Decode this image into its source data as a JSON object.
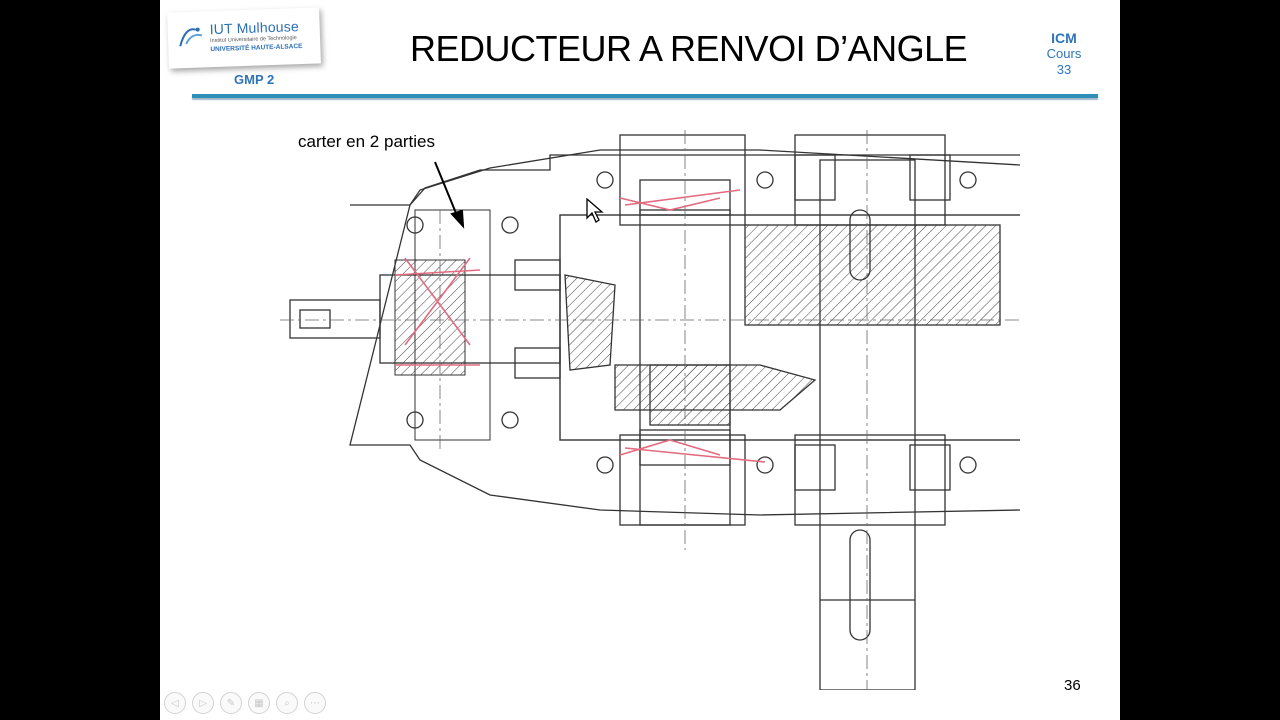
{
  "header": {
    "logo": {
      "name": "IUT Mulhouse",
      "subtitle": "Institut Universitaire de Technologie",
      "university": "UNIVERSITÉ HAUTE-ALSACE"
    },
    "program": "GMP 2",
    "title": "REDUCTEUR A RENVOI D’ANGLE",
    "course": {
      "code": "ICM",
      "type": "Cours",
      "number": "33"
    }
  },
  "slide": {
    "annotation": "carter en 2 parties",
    "page_number": "36"
  },
  "colors": {
    "accent": "#2e74b8",
    "rule": "#2e8fb8",
    "highlight": "#e36b7f",
    "drawing_ink": "#333333"
  },
  "nav": [
    {
      "name": "previous-slide-button",
      "icon": "◁"
    },
    {
      "name": "next-slide-button",
      "icon": "▷"
    },
    {
      "name": "pen-tool-button",
      "icon": "✎"
    },
    {
      "name": "slides-grid-button",
      "icon": "▦"
    },
    {
      "name": "zoom-button",
      "icon": "⌕"
    },
    {
      "name": "more-options-button",
      "icon": "⋯"
    }
  ]
}
